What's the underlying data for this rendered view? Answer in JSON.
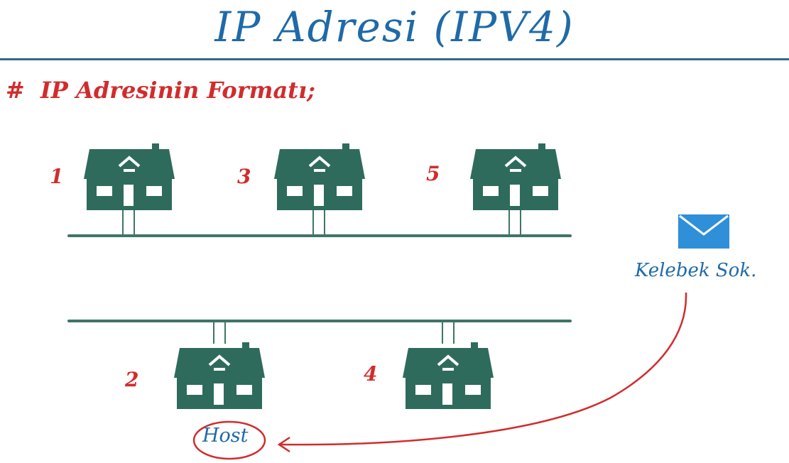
{
  "title": "IP Adresi (IPV4)",
  "subtitle": {
    "hash": "#",
    "text": "IP Adresinin Formatı;"
  },
  "houses": [
    {
      "number": "1"
    },
    {
      "number": "3"
    },
    {
      "number": "5"
    },
    {
      "number": "2"
    },
    {
      "number": "4"
    }
  ],
  "address_label": "Kelebek Sok.",
  "host_label": "Host",
  "colors": {
    "title": "#1f6aa8",
    "accent_red": "#d12c2c",
    "house": "#2f6b5c",
    "envelope": "#2f8fd8"
  },
  "icons": [
    "house-icon",
    "envelope-icon",
    "roof-arrow-icon"
  ]
}
